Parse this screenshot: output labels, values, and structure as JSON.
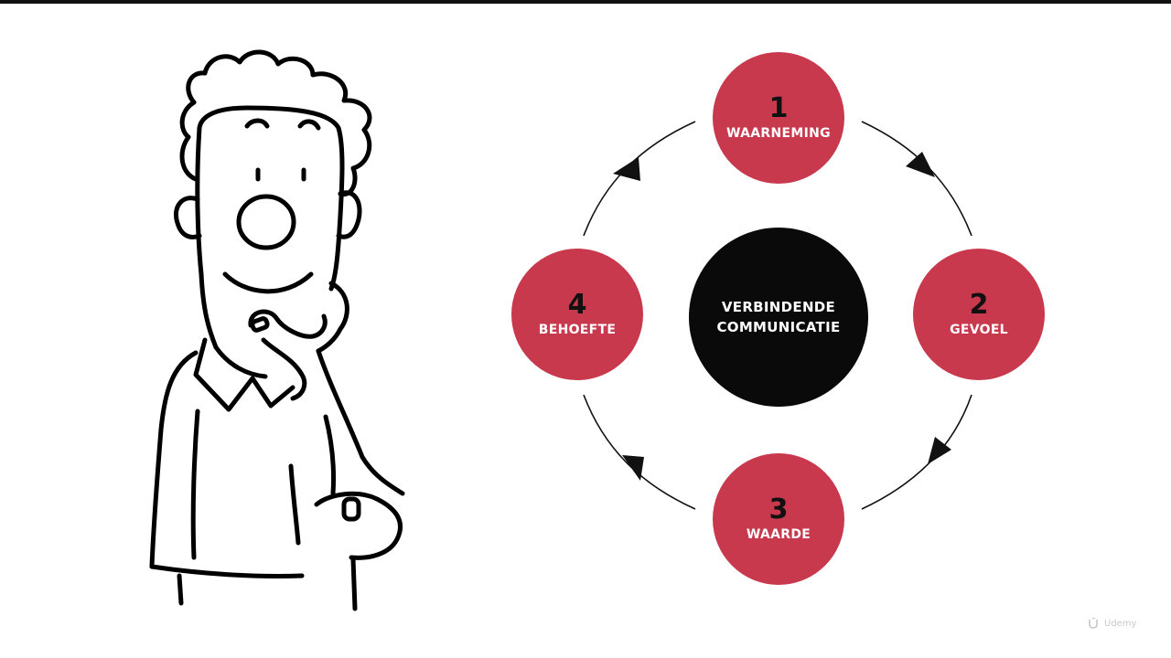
{
  "colors": {
    "node": "#c8394d",
    "center": "#0a0a0a",
    "line": "#111111",
    "top_bar": "#111111"
  },
  "center": {
    "line1": "VERBINDENDE",
    "line2": "COMMUNICATIE"
  },
  "nodes": [
    {
      "number": "1",
      "label": "WAARNEMING"
    },
    {
      "number": "2",
      "label": "GEVOEL"
    },
    {
      "number": "3",
      "label": "WAARDE"
    },
    {
      "number": "4",
      "label": "BEHOEFTE"
    }
  ],
  "watermark": {
    "icon": "udemy-logo-icon",
    "text": "Udemy"
  }
}
